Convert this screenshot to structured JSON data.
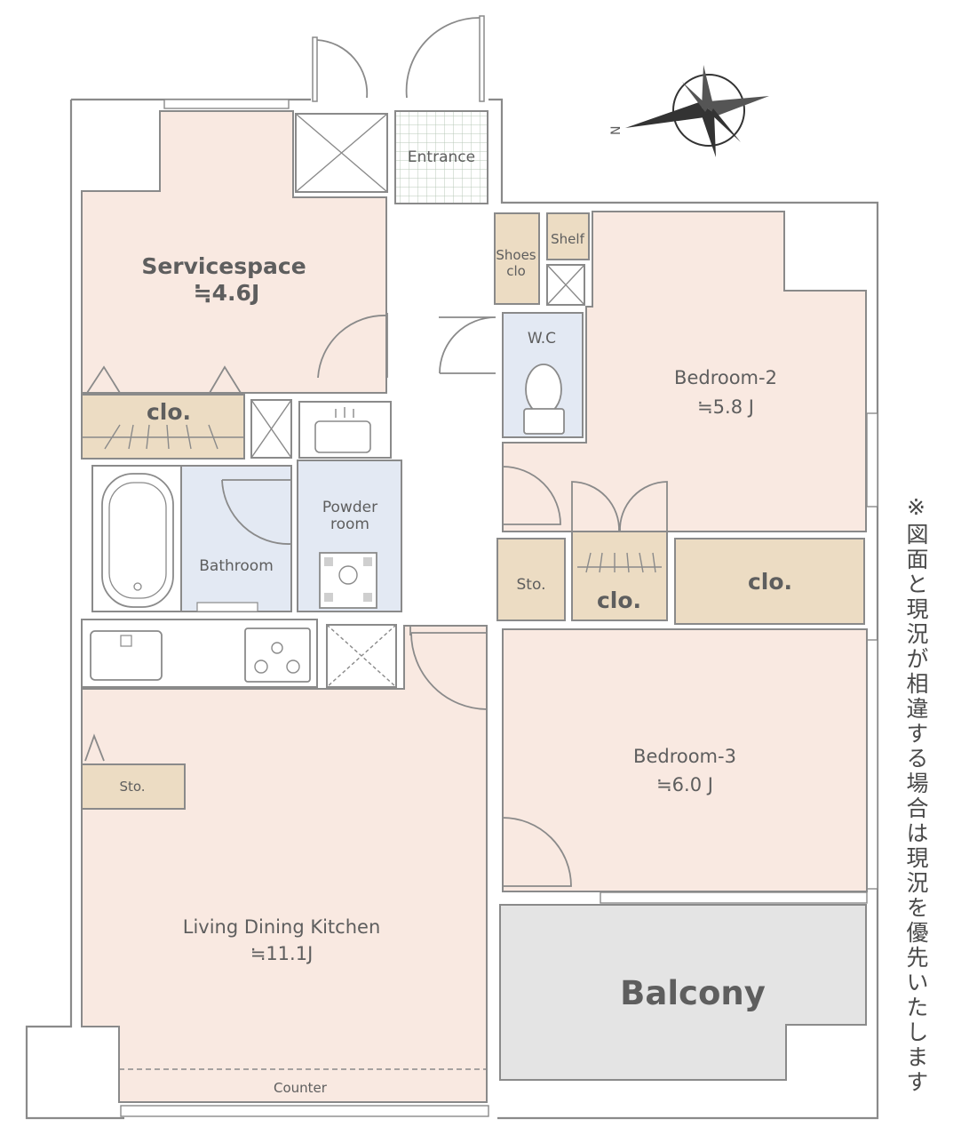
{
  "compass": {
    "north_label": "N"
  },
  "rooms": {
    "entrance": "Entrance",
    "servicespace": {
      "name": "Servicespace",
      "size": "≒4.6J"
    },
    "servicespace_closet": "clo.",
    "shoes_closet": [
      "Shoes",
      "clo"
    ],
    "shelf": "Shelf",
    "wc": "W.C",
    "bedroom2": {
      "name": "Bedroom-2",
      "size": "≒5.8 J"
    },
    "powder_room": [
      "Powder",
      "room"
    ],
    "bathroom": "Bathroom",
    "storage_hall": "Sto.",
    "closet_middle": "clo.",
    "closet_bedroom2": "clo.",
    "bedroom3": {
      "name": "Bedroom-3",
      "size": "≒6.0 J"
    },
    "storage_ldk": "Sto.",
    "ldk": {
      "name": "Living Dining Kitchen",
      "size": "≒11.1J"
    },
    "counter": "Counter",
    "balcony": "Balcony"
  },
  "note": "※図面と現況が相違する場合は現況を優先いたします",
  "colors": {
    "room_fill": "#f9e9e1",
    "closet_fill": "#ecdcc3",
    "wet_area_fill": "#e3e9f3",
    "balcony_fill": "#e4e4e4",
    "wall_stroke": "#8a8a8a",
    "label_text": "#5e5e5e"
  }
}
